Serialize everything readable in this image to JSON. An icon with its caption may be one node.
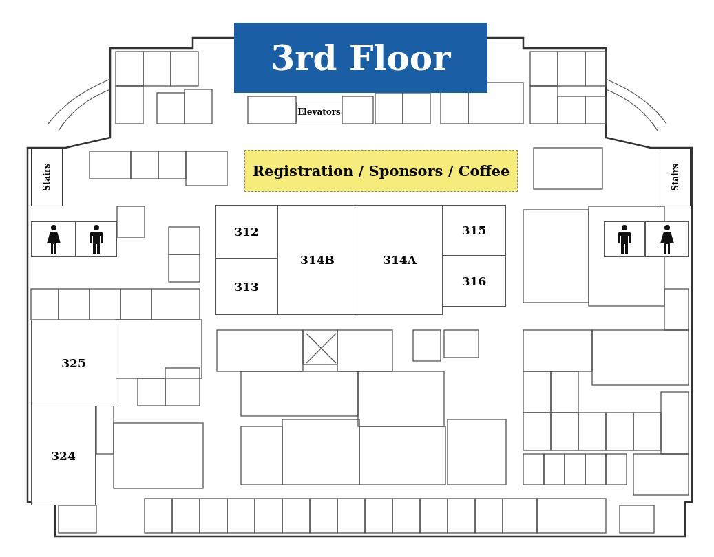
{
  "diagram": {
    "title": "3rd Floor",
    "nodes": [
      {
        "text": [
          "Elevators"
        ]
      },
      {
        "text": [
          "Stairs"
        ]
      },
      {
        "text": [
          "Registration / Sponsors / Coffee"
        ]
      },
      {
        "text": [
          "Stairs"
        ]
      },
      {
        "text": [],
        "shape": "person"
      },
      {
        "text": [],
        "shape": "person"
      },
      {
        "text": [
          "312"
        ]
      },
      {
        "text": [
          "314B"
        ]
      },
      {
        "text": [
          "314A"
        ]
      },
      {
        "text": [
          "315"
        ]
      },
      {
        "text": [],
        "shape": "person"
      },
      {
        "text": [],
        "shape": "person"
      },
      {
        "text": [
          "313"
        ]
      },
      {
        "text": [
          "316"
        ]
      },
      {
        "text": [
          "325"
        ]
      },
      {
        "text": [
          "324"
        ]
      }
    ],
    "edges": []
  }
}
